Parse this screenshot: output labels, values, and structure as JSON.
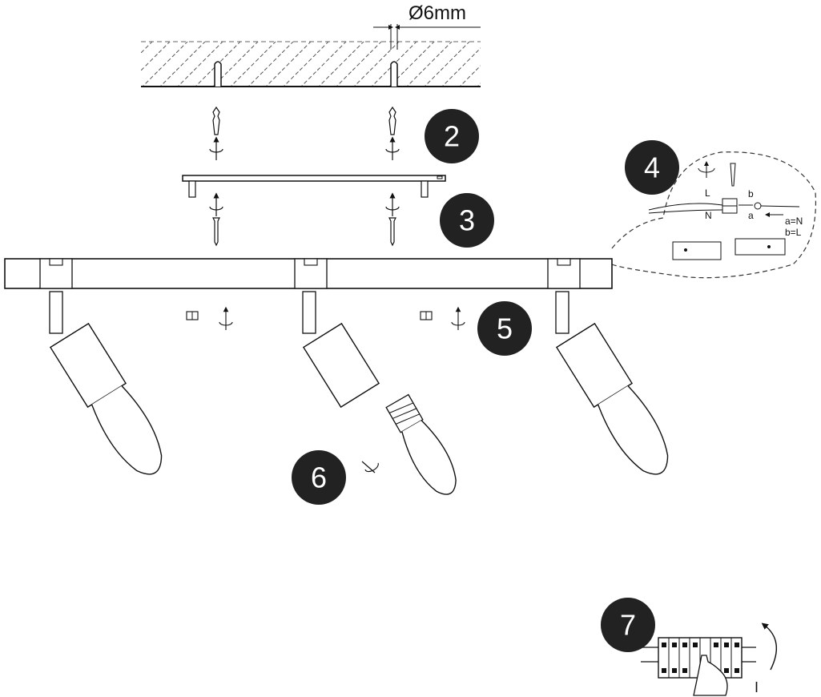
{
  "drill": {
    "diameter_label": "Ø6mm"
  },
  "steps": {
    "s2": "2",
    "s3": "3",
    "s4": "4",
    "s5": "5",
    "s6": "6",
    "s7": "7"
  },
  "wiring": {
    "l_label": "L",
    "n_label": "N",
    "b_label": "b",
    "a_label": "a",
    "a_eq": "a=N",
    "b_eq": "b=L"
  },
  "switch": {
    "on_label": "I"
  }
}
